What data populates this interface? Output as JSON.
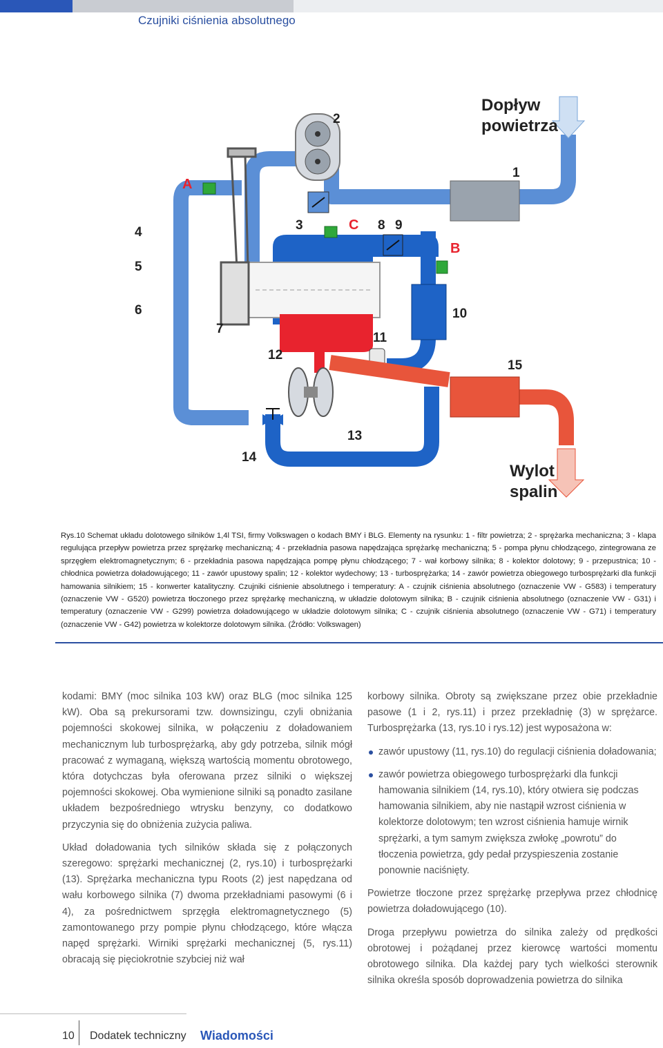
{
  "header": {
    "title": "Czujniki ciśnienia absolutnego"
  },
  "figure": {
    "labels": {
      "l1": "1",
      "l2": "2",
      "l3": "3",
      "l4": "4",
      "l5": "5",
      "l6": "6",
      "l7": "7",
      "l8": "8",
      "l9": "9",
      "l10": "10",
      "l11": "11",
      "l12": "12",
      "l13": "13",
      "l14": "14",
      "l15": "15",
      "A": "A",
      "B": "B",
      "C": "C"
    },
    "air_in_line1": "Dopływ",
    "air_in_line2": "powietrza",
    "exhaust_line1": "Wylot",
    "exhaust_line2": "spalin",
    "colors": {
      "intake": "#5b8fd6",
      "boost": "#1e63c6",
      "exhaust": "#e8553b",
      "hot": "#e8232e",
      "sensor": "#2fa83a"
    }
  },
  "caption": {
    "text": "Rys.10 Schemat układu dolotowego silników 1,4l TSI, firmy Volkswagen o kodach BMY i BLG. Elementy na rysunku: 1 - filtr powietrza; 2 - sprężarka mechaniczna; 3 - klapa regulująca przepływ powietrza przez sprężarkę mechaniczną; 4 - przekładnia pasowa napędzająca sprężarkę mechaniczną; 5 - pompa płynu chłodzącego, zintegrowana ze sprzęgłem elektromagnetycznym; 6 - przekładnia pasowa napędzająca pompę płynu chłodzącego; 7 - wał korbowy silnika; 8 - kolektor dolotowy; 9 - przepustnica; 10 - chłodnica powietrza doładowującego; 11 - zawór upustowy spalin; 12 - kolektor wydechowy; 13 - turbosprężarka; 14 - zawór powietrza obiegowego turbosprężarki dla funkcji hamowania silnikiem; 15 - konwerter katalityczny. Czujniki ciśnienie absolutnego i temperatury: A - czujnik ciśnienia absolutnego (oznaczenie VW - G583) i temperatury (oznaczenie VW - G520) powietrza tłoczonego przez sprężarkę mechaniczną, w układzie dolotowym silnika; B - czujnik ciśnienia absolutnego (oznaczenie VW - G31) i temperatury (oznaczenie VW - G299) powietrza doładowującego w układzie dolotowym silnika; C - czujnik ciśnienia absolutnego (oznaczenie VW - G71) i temperatury (oznaczenie VW - G42) powietrza w kolektorze dolotowym silnika. (Źródło: Volkswagen)"
  },
  "body": {
    "left_p1": "kodami: BMY (moc silnika 103 kW) oraz BLG (moc silnika 125 kW). Oba są prekursorami tzw. downsizingu, czyli obniżania pojemności skokowej silnika, w połączeniu z doładowaniem mechanicznym lub turbosprężarką, aby gdy potrzeba, silnik mógł pracować z wymaganą, większą wartością momentu obrotowego, która dotychczas była oferowana przez silniki o większej pojemności skokowej. Oba wymienione silniki są ponadto zasilane układem bezpośredniego wtrysku benzyny, co dodatkowo przyczynia się do obniżenia zużycia paliwa.",
    "left_p2": "Układ doładowania tych silników składa się z połączonych szeregowo: sprężarki mechanicznej (2, rys.10) i turbosprężarki (13). Sprężarka mechaniczna typu Roots (2) jest napędzana od wału korbowego silnika (7) dwoma przekładniami pasowymi (6 i 4), za pośrednictwem sprzęgła elektromagnetycznego (5) zamontowanego przy pompie płynu chłodzącego, które włącza napęd sprężarki. Wirniki sprężarki mechanicznej (5, rys.11) obracają się pięciokrotnie szybciej niż wał",
    "right_p1": "korbowy silnika. Obroty są zwiększane przez obie przekładnie pasowe (1 i 2, rys.11) i przez przekładnię (3) w sprężarce. Turbosprężarka (13, rys.10 i rys.12) jest wyposażona w:",
    "bullet1": "zawór upustowy (11, rys.10) do regulacji ciśnienia doładowania;",
    "bullet2": "zawór powietrza obiegowego turbosprężarki dla funkcji hamowania silnikiem (14, rys.10), który otwiera się podczas hamowania silnikiem, aby nie nastąpił wzrost ciśnienia w kolektorze dolotowym; ten wzrost ciśnienia hamuje wirnik sprężarki, a tym samym zwiększa zwłokę „powrotu” do tłoczenia powietrza, gdy pedał przyspieszenia zostanie ponownie naciśnięty.",
    "right_p2": "Powietrze tłoczone przez sprężarkę przepływa przez chłodnicę powietrza doładowującego (10).",
    "right_p3": "Droga przepływu powietrza do silnika zależy od prędkości obrotowej i pożądanej przez kierowcę wartości momentu obrotowego silnika. Dla każdej pary tych wielkości sterownik silnika określa sposób doprowadzenia powietrza do silnika"
  },
  "footer": {
    "page_number": "10",
    "section": "Dodatek techniczny",
    "brand": "Wiadomości"
  }
}
